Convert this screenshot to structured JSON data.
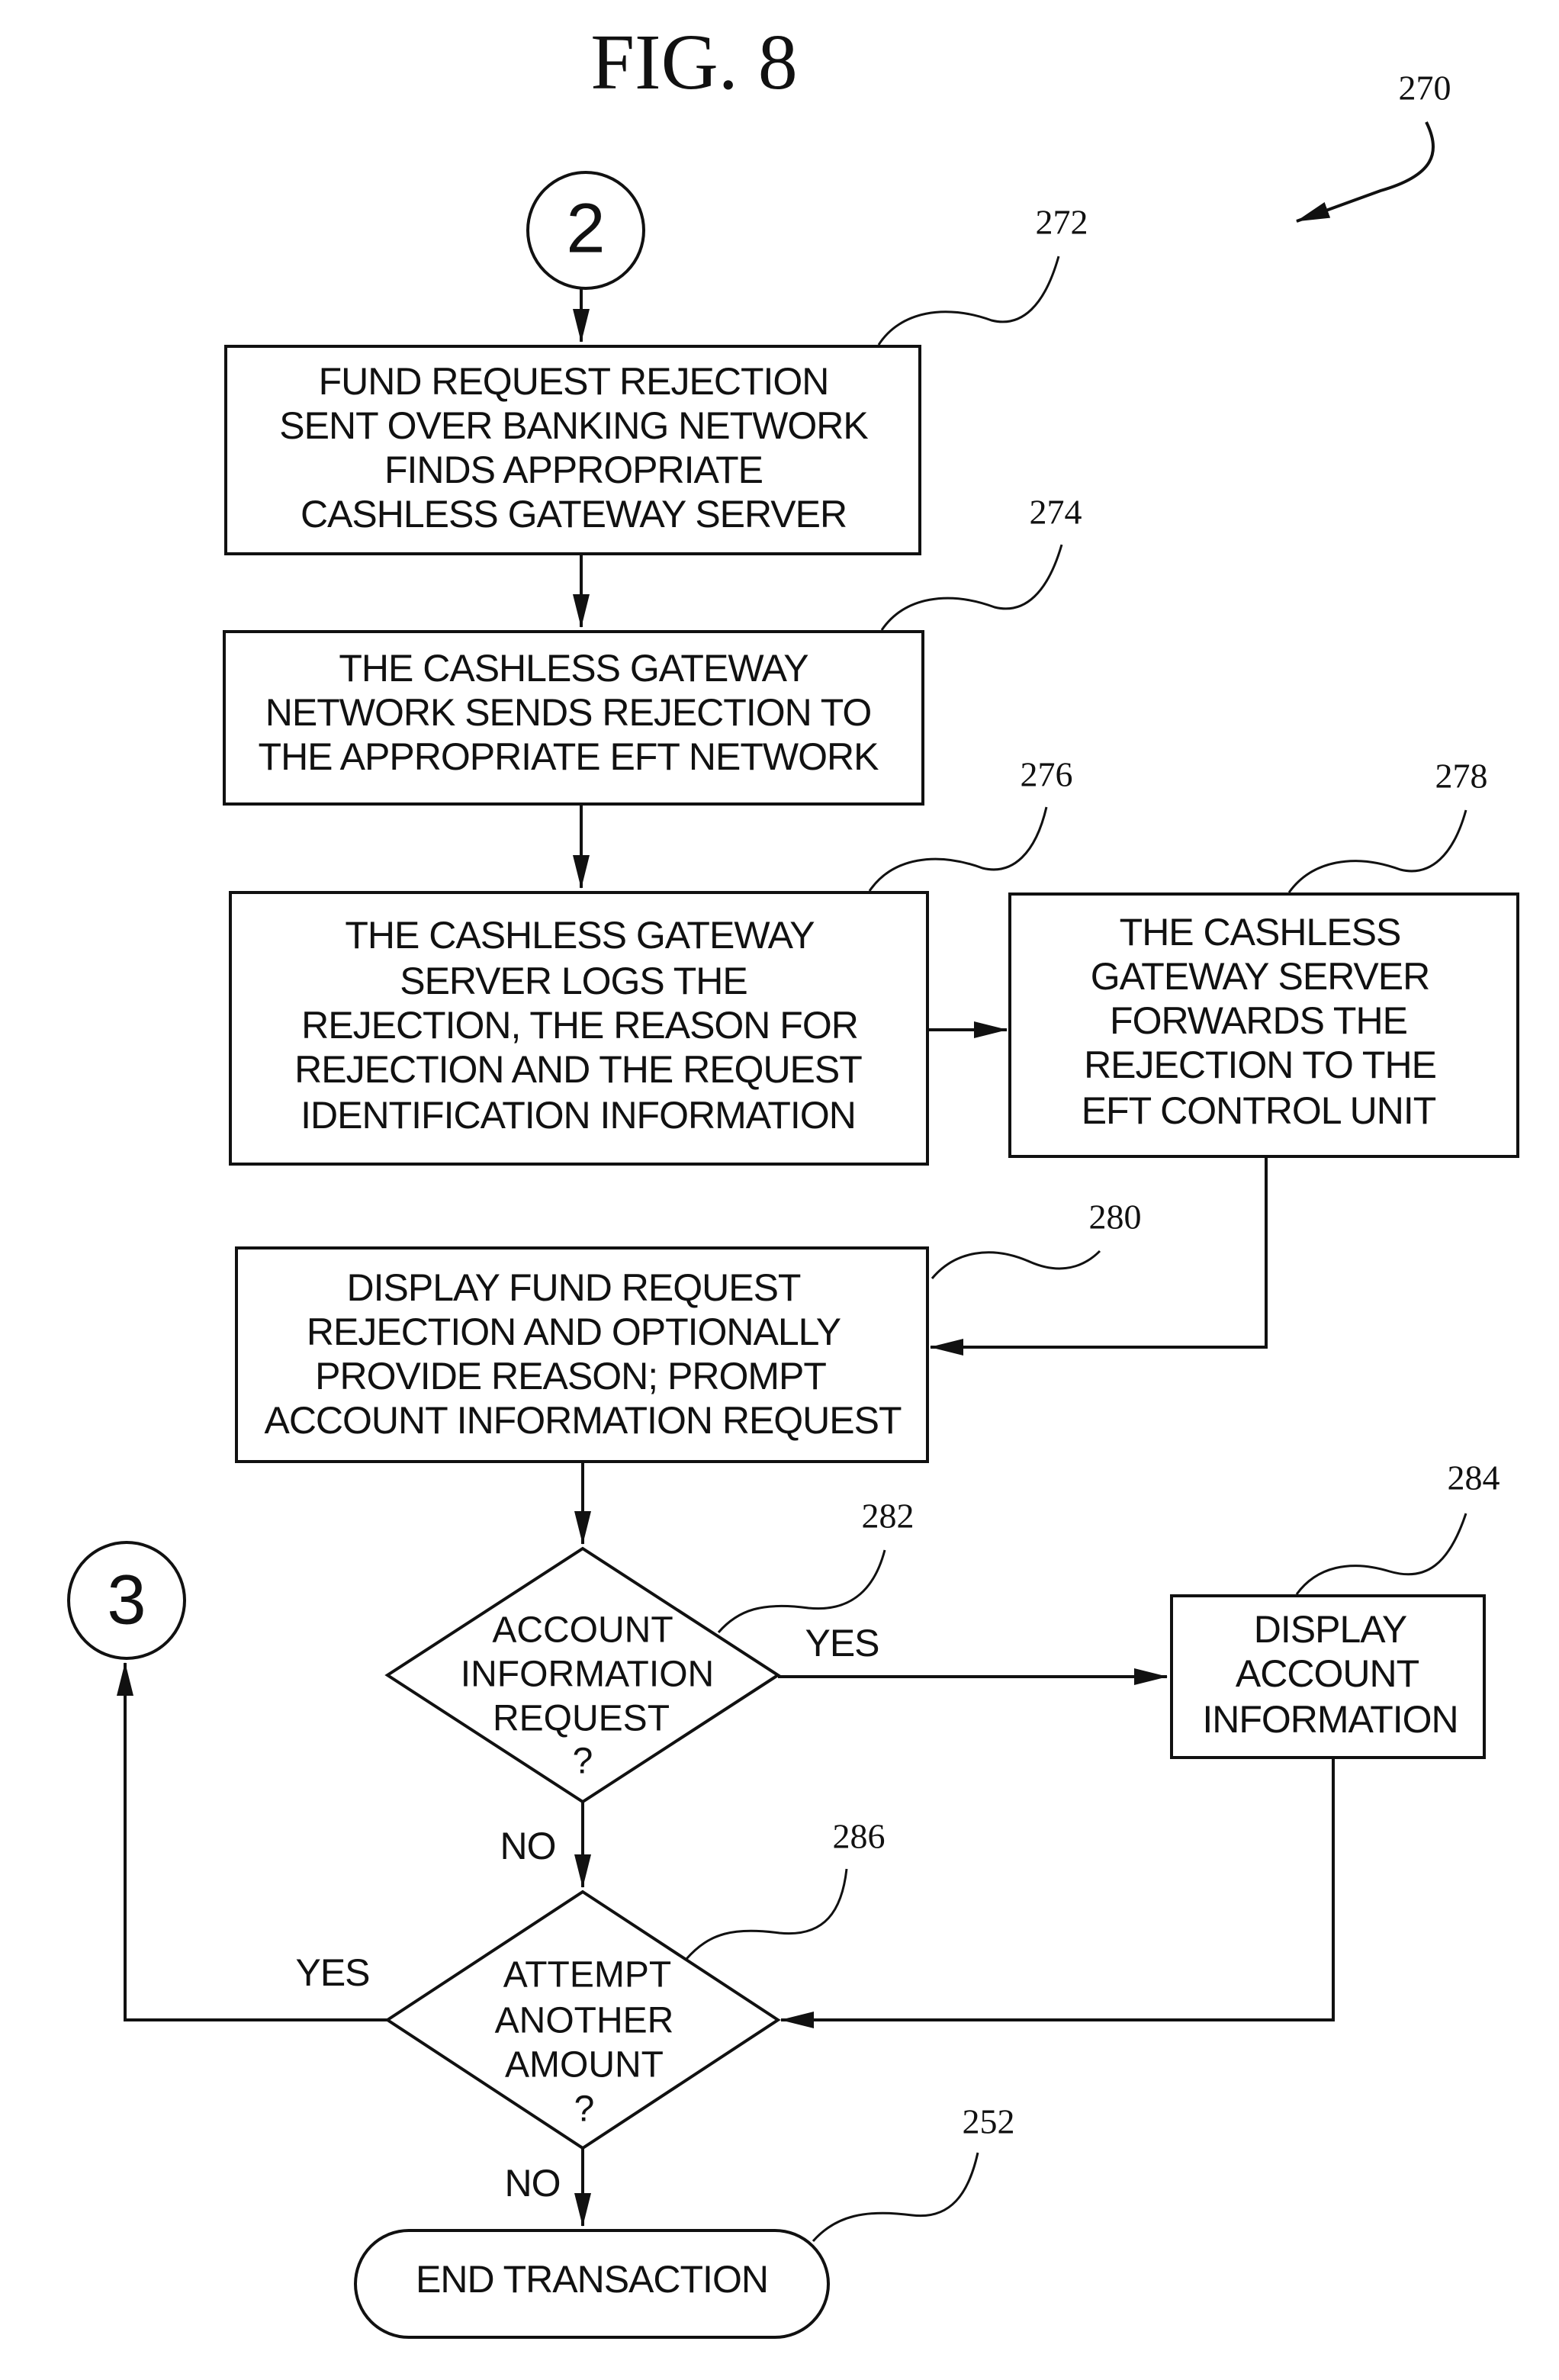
{
  "figure": {
    "title": "FIG. 8",
    "ref": "270"
  },
  "connectors": {
    "start": "2",
    "exit": "3"
  },
  "steps": {
    "s272": {
      "ref": "272",
      "lines": [
        "FUND REQUEST REJECTION",
        "SENT OVER BANKING NETWORK",
        "FINDS APPROPRIATE",
        "CASHLESS GATEWAY SERVER"
      ]
    },
    "s274": {
      "ref": "274",
      "lines": [
        "THE CASHLESS GATEWAY",
        "NETWORK SENDS REJECTION TO",
        "THE APPROPRIATE EFT NETWORK"
      ]
    },
    "s276": {
      "ref": "276",
      "lines": [
        "THE CASHLESS GATEWAY",
        "SERVER LOGS THE",
        "REJECTION, THE REASON FOR",
        "REJECTION AND THE REQUEST",
        "IDENTIFICATION INFORMATION"
      ]
    },
    "s278": {
      "ref": "278",
      "lines": [
        "THE CASHLESS",
        "GATEWAY  SERVER",
        "FORWARDS THE",
        "REJECTION TO THE",
        "EFT CONTROL UNIT"
      ]
    },
    "s280": {
      "ref": "280",
      "lines": [
        "DISPLAY FUND REQUEST",
        "REJECTION   AND OPTIONALLY",
        "PROVIDE REASON; PROMPT",
        "ACCOUNT INFORMATION REQUEST"
      ]
    },
    "s282": {
      "ref": "282",
      "lines": [
        "ACCOUNT",
        "INFORMATION",
        "REQUEST",
        "?"
      ]
    },
    "s284": {
      "ref": "284",
      "lines": [
        "DISPLAY",
        "ACCOUNT",
        "INFORMATION"
      ]
    },
    "s286": {
      "ref": "286",
      "lines": [
        "ATTEMPT",
        "ANOTHER",
        "AMOUNT",
        "?"
      ]
    },
    "s252": {
      "ref": "252",
      "lines": [
        "END TRANSACTION"
      ]
    }
  },
  "branches": {
    "d282_yes": "YES",
    "d282_no": "NO",
    "d286_yes": "YES",
    "d286_no": "NO"
  }
}
